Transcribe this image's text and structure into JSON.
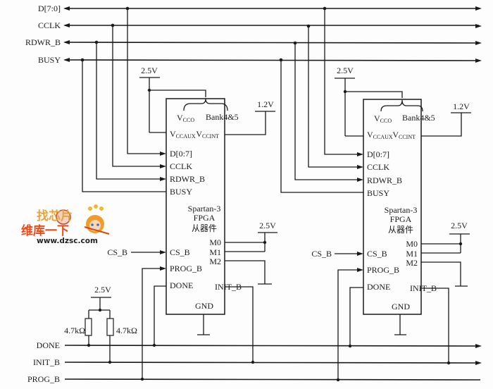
{
  "bus_signals": {
    "d": "D[7:0]",
    "cclk": "CCLK",
    "rdwr_b": "RDWR_B",
    "busy": "BUSY"
  },
  "bottom_signals": {
    "done": "DONE",
    "init_b": "INIT_B",
    "prog_b": "PROG_B"
  },
  "pullups": {
    "supply": "2.5V",
    "r1": "4.7kΩ",
    "r2": "4.7kΩ"
  },
  "devices": [
    {
      "vcco_supply": "2.5V",
      "vccint_supply": "1.2V",
      "mode_supply": "2.5V",
      "pins": {
        "vcco_main": "V",
        "vcco_sub": "CCO",
        "bank": "Bank4&5",
        "vccaux_main": "V",
        "vccaux_sub": "CCAUX",
        "vccint_main": "V",
        "vccint_sub": "CCINT",
        "d": "D[0:7]",
        "cclk": "CCLK",
        "rdwr_b": "RDWR_B",
        "busy": "BUSY",
        "cs_b": "CS_B",
        "prog_b": "PROG_B",
        "done": "DONE",
        "init_b": "INIT_B",
        "m0": "M0",
        "m1": "M1",
        "m2": "M2",
        "gnd": "GND"
      },
      "title_line1": "Spartan-3",
      "title_line2": "FPGA",
      "title_line3": "从器件",
      "cs_input": "CS_B"
    },
    {
      "vcco_supply": "2.5V",
      "vccint_supply": "1.2V",
      "mode_supply": "2.5V",
      "pins": {
        "vcco_main": "V",
        "vcco_sub": "CCO",
        "bank": "Bank4&5",
        "vccaux_main": "V",
        "vccaux_sub": "CCAUX",
        "vccint_main": "V",
        "vccint_sub": "CCINT",
        "d": "D[0:7]",
        "cclk": "CCLK",
        "rdwr_b": "RDWR_B",
        "busy": "BUSY",
        "cs_b": "CS_B",
        "prog_b": "PROG_B",
        "done": "DONE",
        "init_b": "INIT_B",
        "m0": "M0",
        "m1": "M1",
        "m2": "M2",
        "gnd": "GND"
      },
      "title_line1": "Spartan-3",
      "title_line2": "FPGA",
      "title_line3": "从器件",
      "cs_input": "CS_B"
    }
  ],
  "watermark": {
    "line1": "找芯片",
    "line2": "维库一下",
    "url": "www.dzsc.com"
  }
}
